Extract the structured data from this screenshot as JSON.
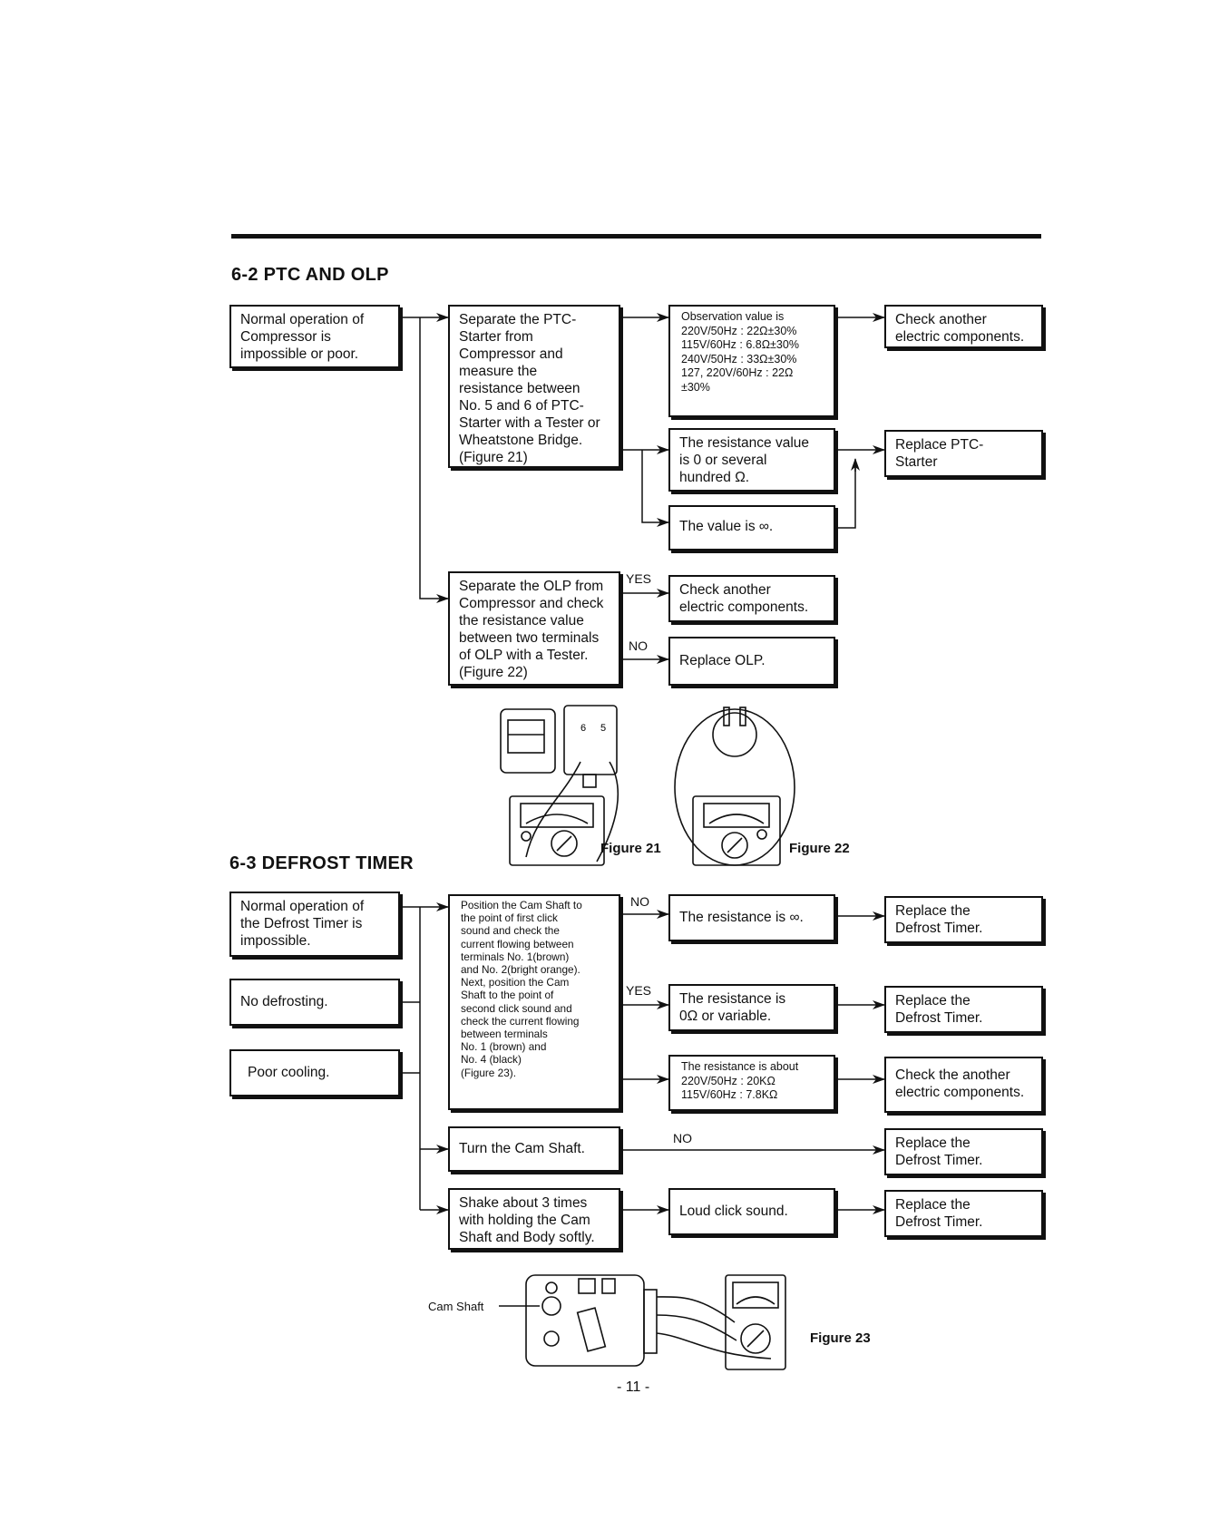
{
  "section_62": {
    "title": "6-2 PTC AND OLP",
    "start_box": "Normal operation of\nCompressor is\nimpossible or poor.",
    "separate_ptc": "Separate the PTC-\nStarter from\nCompressor and\nmeasure the\nresistance between\nNo. 5 and 6 of PTC-\nStarter with a Tester or\nWheatstone Bridge.\n(Figure 21)",
    "observation": "Observation value is\n220V/50Hz : 22Ω±30%\n115V/60Hz : 6.8Ω±30%\n240V/50Hz : 33Ω±30%\n127, 220V/60Hz : 22Ω\n±30%",
    "check_another_1": "Check another\nelectric components.",
    "resistance_zero": "The resistance value\nis 0 or several\nhundred Ω.",
    "replace_ptc": "Replace PTC-\nStarter",
    "value_infinite": "The value is ∞.",
    "separate_olp": "Separate the OLP from\nCompressor and check\nthe resistance value\nbetween two terminals\nof OLP with a Tester.\n(Figure 22)",
    "yes": "YES",
    "no": "NO",
    "check_another_2": "Check another\nelectric components.",
    "replace_olp": "Replace OLP.",
    "figure_21": "Figure 21",
    "figure_22": "Figure 22",
    "terminal_labels": [
      "6",
      "5"
    ]
  },
  "section_63": {
    "title": "6-3 DEFROST TIMER",
    "start_impossible": "Normal operation of\nthe Defrost Timer is\nimpossible.",
    "no_defrosting": "No defrosting.",
    "poor_cooling": "Poor cooling.",
    "position_cam": "Position the Cam Shaft to\nthe point of first click\nsound and check the\ncurrent flowing between\nterminals  No. 1(brown)\nand No. 2(bright orange).\nNext, position the Cam\nShaft to the point of\nsecond click sound and\ncheck the current flowing\nbetween terminals\nNo. 1 (brown) and\nNo. 4 (black)\n(Figure 23).",
    "no": "NO",
    "yes": "YES",
    "resistance_inf": "The resistance is ∞.",
    "replace_1": "Replace the\nDefrost Timer.",
    "resistance_zero": "The resistance is\n0Ω or variable.",
    "replace_2": "Replace the\nDefrost Timer.",
    "resistance_about": "The resistance is about\n220V/50Hz : 20KΩ\n115V/60Hz : 7.8KΩ",
    "check_another": "Check the another\nelectric components.",
    "turn_cam": "Turn the Cam Shaft.",
    "no_2": "NO",
    "replace_3": "Replace the\nDefrost Timer.",
    "shake": "Shake about 3 times\nwith holding the Cam\nShaft and Body softly.",
    "loud_click": "Loud click sound.",
    "replace_4": "Replace the\nDefrost Timer.",
    "cam_shaft_label": "Cam Shaft",
    "figure_23": "Figure 23"
  },
  "page_number": "- 11 -"
}
